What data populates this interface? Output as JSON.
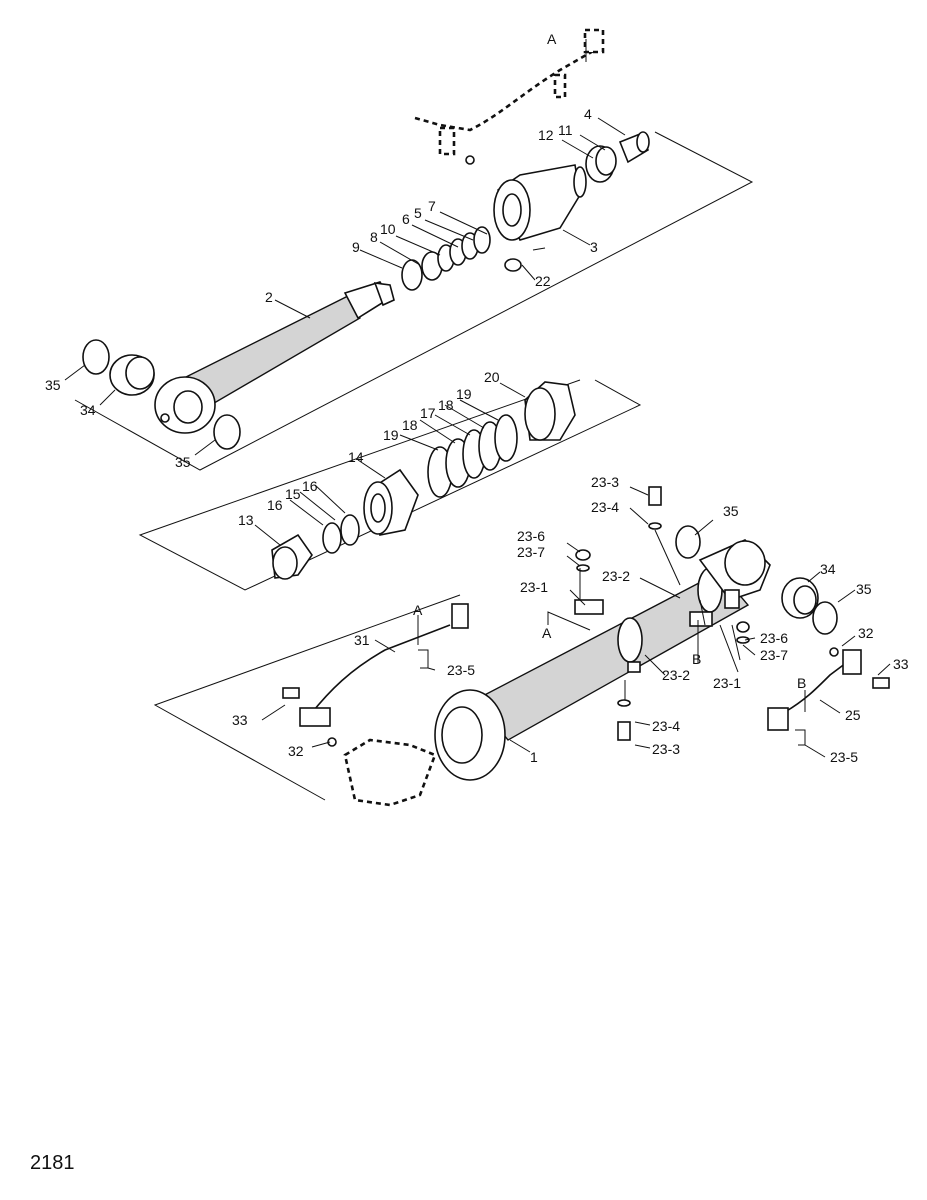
{
  "page_number": "2181",
  "callouts": {
    "c1": "1",
    "c2": "2",
    "c3": "3",
    "c4": "4",
    "c5": "5",
    "c6": "6",
    "c7": "7",
    "c8": "8",
    "c9": "9",
    "c10": "10",
    "c11": "11",
    "c12": "12",
    "c13": "13",
    "c14": "14",
    "c15": "15",
    "c16a": "16",
    "c16b": "16",
    "c17": "17",
    "c18a": "18",
    "c18b": "18",
    "c19a": "19",
    "c19b": "19",
    "c20": "20",
    "c22": "22",
    "c23_1a": "23-1",
    "c23_1b": "23-1",
    "c23_2a": "23-2",
    "c23_2b": "23-2",
    "c23_3a": "23-3",
    "c23_3b": "23-3",
    "c23_4a": "23-4",
    "c23_4b": "23-4",
    "c23_5a": "23-5",
    "c23_5b": "23-5",
    "c23_6a": "23-6",
    "c23_6b": "23-6",
    "c23_7a": "23-7",
    "c23_7b": "23-7",
    "c25": "25",
    "c31": "31",
    "c32a": "32",
    "c32b": "32",
    "c33a": "33",
    "c33b": "33",
    "c34a": "34",
    "c34b": "34",
    "c35a": "35",
    "c35b": "35",
    "c35c": "35",
    "c35d": "35",
    "refA1": "A",
    "refA2": "A",
    "refA3": "A",
    "refB1": "B",
    "refB2": "B"
  }
}
